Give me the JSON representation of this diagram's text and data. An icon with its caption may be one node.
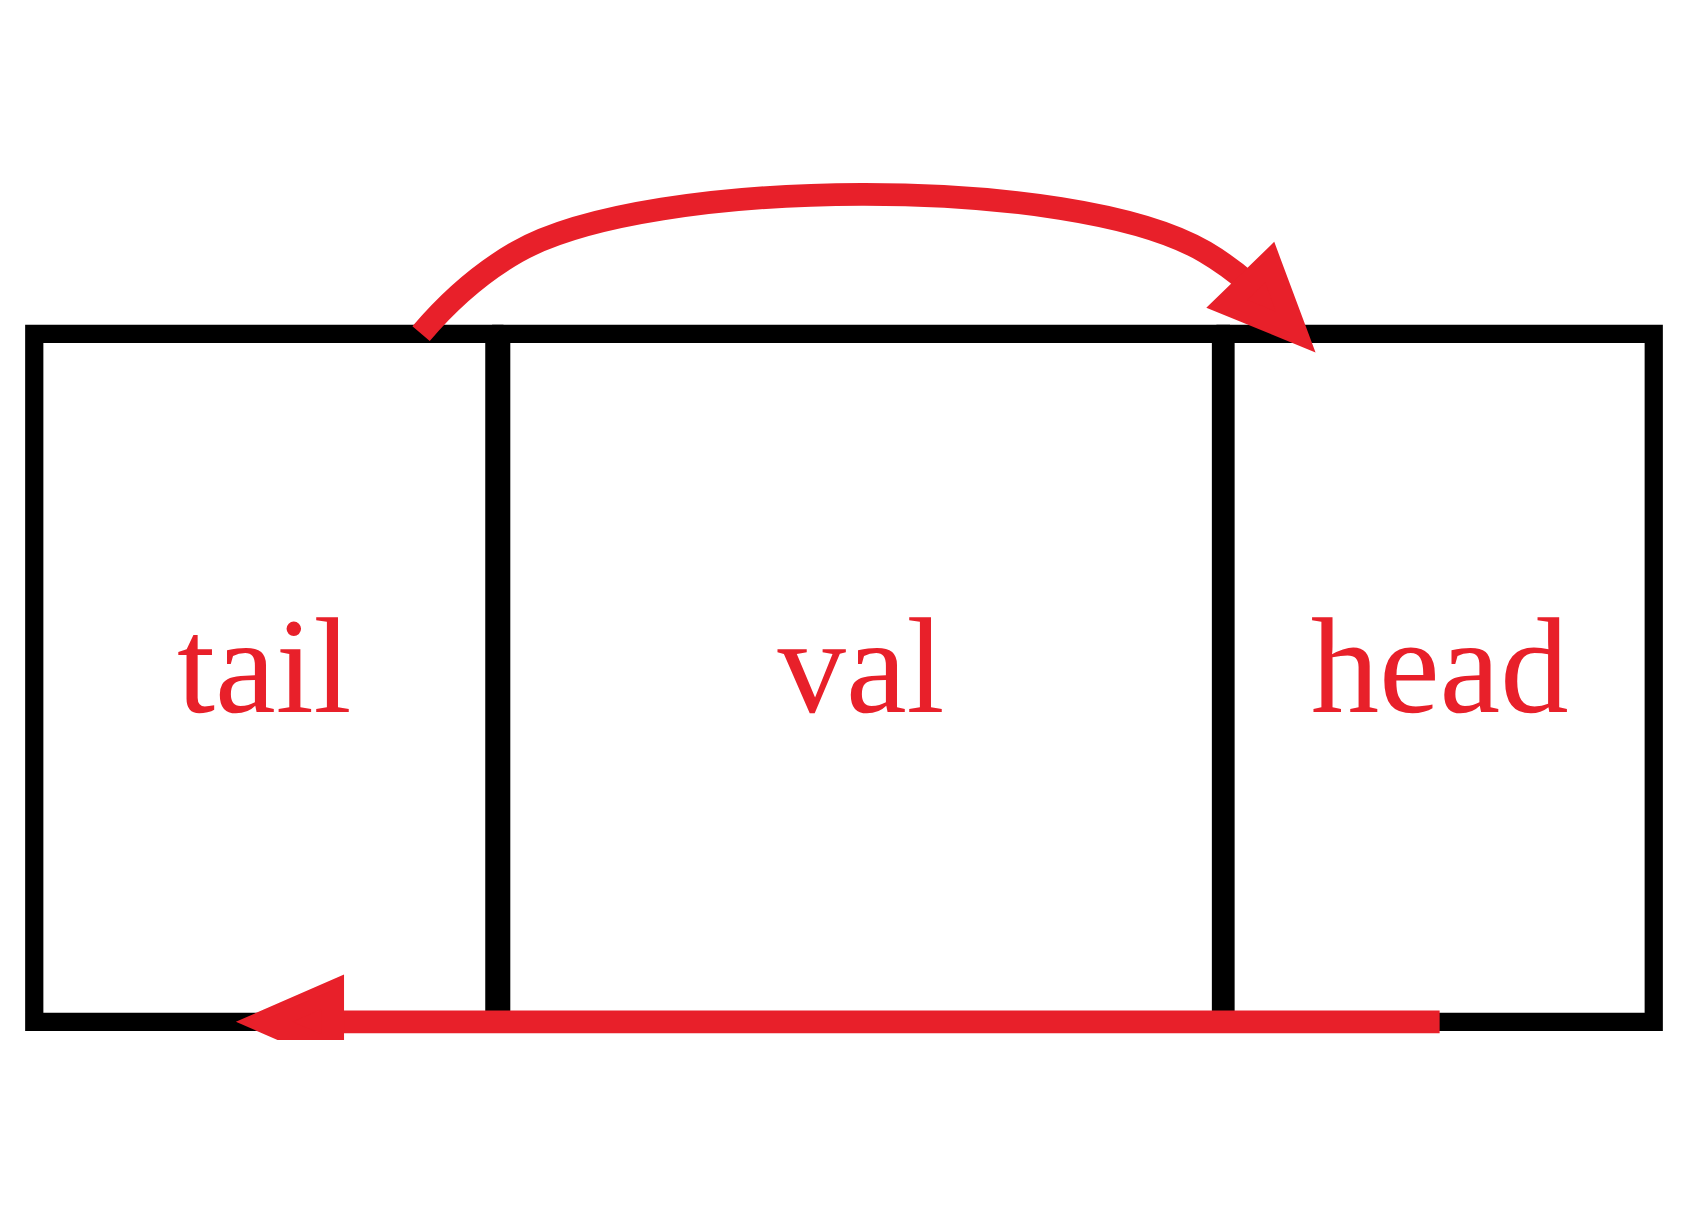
{
  "diagram": {
    "nodes": [
      {
        "text": [
          "tail"
        ]
      },
      {
        "text": [
          "val"
        ]
      },
      {
        "text": [
          "head"
        ]
      }
    ],
    "edges": [
      {
        "from": 0,
        "to": 2,
        "arrow": "to"
      },
      {
        "from": 2,
        "to": 0,
        "arrow": "to"
      }
    ]
  }
}
